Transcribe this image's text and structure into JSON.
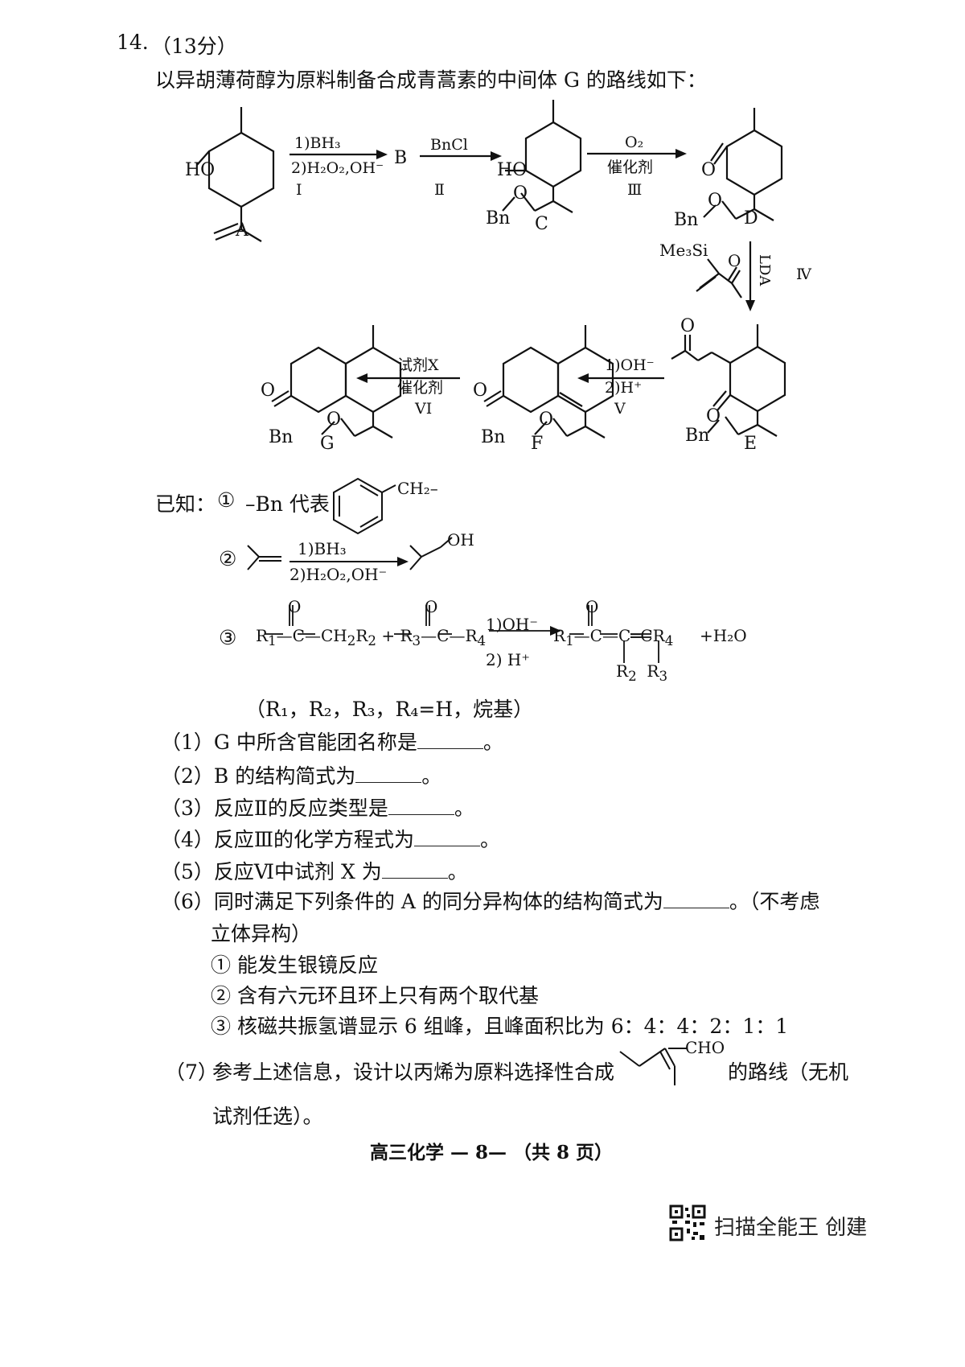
{
  "question": {
    "number": "14.",
    "score": "（13分）",
    "intro": "以异胡薄荷醇为原料制备合成青蒿素的中间体 G 的路线如下："
  },
  "scheme": {
    "compounds": {
      "A": "A",
      "B": "B",
      "C": "C",
      "D": "D",
      "E": "E",
      "F": "F",
      "G": "G",
      "HO": "HO",
      "Bn": "Bn",
      "O": "O"
    },
    "reagents": {
      "step1_line1": "1)BH₃",
      "step1_line2": "2)H₂O₂,OH⁻",
      "step1_num": "I",
      "step2_line1": "BnCl",
      "step2_num": "Ⅱ",
      "step3_line1": "O₂",
      "step3_line2": "催化剂",
      "step3_num": "Ⅲ",
      "step4_reagent": "Me₃Si",
      "step4_base": "LDA",
      "step4_num": "Ⅳ",
      "step5_line1": "1)OH⁻",
      "step5_line2": "2)H⁺",
      "step5_num": "V",
      "step6_line1": "试剂X",
      "step6_line2": "催化剂",
      "step6_num": "VI"
    }
  },
  "known": {
    "label": "已知：",
    "item1_num": "①",
    "item1_text": "–Bn 代表",
    "item1_group": "CH₂–",
    "item2_num": "②",
    "item2_r1": "1)BH₃",
    "item2_r2": "2)H₂O₂,OH⁻",
    "item2_product": "OH",
    "item3_num": "③",
    "item3_r1": "1)OH⁻",
    "item3_r2": "2)  H⁺",
    "item3_water": "+H₂O",
    "note": "（R₁，R₂，R₃，R₄=H，烷基）"
  },
  "questions": [
    {
      "num": "（1）",
      "text": "G 中所含官能团名称是",
      "end": "。"
    },
    {
      "num": "（2）",
      "text": "B 的结构简式为",
      "end": "。"
    },
    {
      "num": "（3）",
      "text": "反应Ⅱ的反应类型是",
      "end": "。"
    },
    {
      "num": "（4）",
      "text": "反应Ⅲ的化学方程式为",
      "end": "。"
    },
    {
      "num": "（5）",
      "text": "反应Ⅵ中试剂 X 为",
      "end": "。"
    }
  ],
  "q6": {
    "num": "（6）",
    "text": "同时满足下列条件的 A 的同分异构体的结构简式为",
    "end": "。（不考虑",
    "cont": "立体异构）",
    "conditions": [
      "① 能发生银镜反应",
      "② 含有六元环且环上只有两个取代基",
      "③ 核磁共振氢谱显示 6 组峰，且峰面积比为 6：4：4：2：1：1"
    ]
  },
  "q7": {
    "num": "（7）",
    "text": "参考上述信息，设计以丙烯为原料选择性合成",
    "target": "CHO",
    "end": "的路线（无机",
    "cont": "试剂任选）。"
  },
  "footer": "高三化学 — 8— （共 8 页）",
  "watermark": "扫描全能王 创建"
}
